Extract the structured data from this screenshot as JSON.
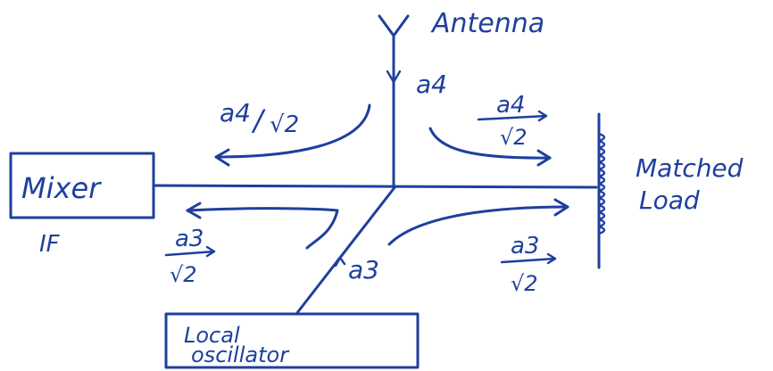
{
  "labels": {
    "antenna": "Antenna",
    "a4": "a4",
    "mixer": "Mixer",
    "if": "IF",
    "matched_load_line1": "Matched",
    "matched_load_line2": "Load",
    "local_osc_line1": "Local",
    "local_osc_line2": "oscillator",
    "a3_in": "a3",
    "a4_left_num": "a4",
    "a4_left_den": "√2",
    "a4_right_num": "a4",
    "a4_right_den": "√2",
    "a3_left_num": "a3",
    "a3_left_den": "√2",
    "a3_right_num": "a3",
    "a3_right_den": "√2"
  },
  "colors": {
    "ink": "#1f3f9e",
    "background": "#ffffff"
  }
}
